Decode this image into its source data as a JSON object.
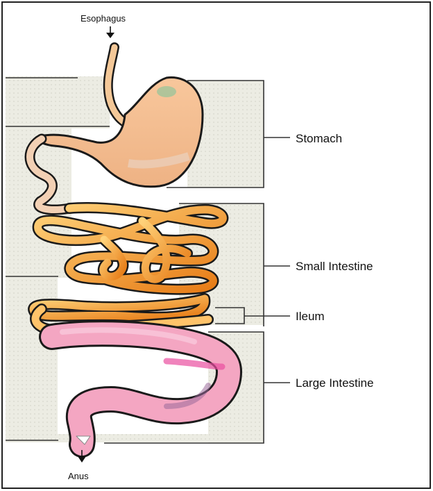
{
  "labels": {
    "esophagus": "Esophagus",
    "stomach": "Stomach",
    "small_intestine": "Small Intestine",
    "ileum": "Ileum",
    "large_intestine": "Large Intestine",
    "anus": "Anus"
  },
  "colors": {
    "panel": "#ebebe2",
    "stomach_fill": "#f4be8f",
    "small_intestine_light": "#ffc66a",
    "small_intestine_dark": "#e0700f",
    "large_intestine_fill": "#f4a6c2",
    "outline": "#1a1a1a"
  }
}
